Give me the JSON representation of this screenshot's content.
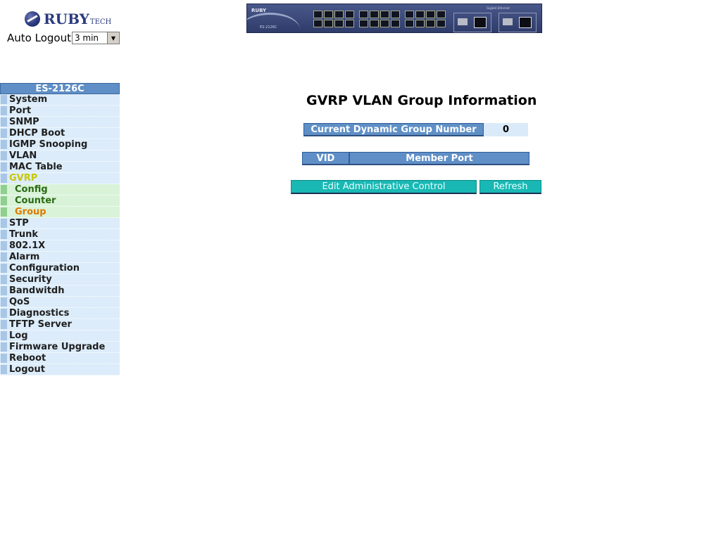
{
  "logo": {
    "brand": "RUBY",
    "suffix": "TECH"
  },
  "auto_logout": {
    "label": "Auto Logout",
    "selected": "3 min"
  },
  "switch_panel": {
    "brand": "RUBY",
    "model": "ES-2126C",
    "gig_label": "Gigabit Ethernet"
  },
  "sidebar": {
    "title": "ES-2126C",
    "items": [
      {
        "label": "System"
      },
      {
        "label": "Port"
      },
      {
        "label": "SNMP"
      },
      {
        "label": "DHCP Boot"
      },
      {
        "label": "IGMP Snooping"
      },
      {
        "label": "VLAN"
      },
      {
        "label": "MAC Table"
      },
      {
        "label": "GVRP"
      },
      {
        "label": "Config"
      },
      {
        "label": "Counter"
      },
      {
        "label": "Group"
      },
      {
        "label": "STP"
      },
      {
        "label": "Trunk"
      },
      {
        "label": "802.1X"
      },
      {
        "label": "Alarm"
      },
      {
        "label": "Configuration"
      },
      {
        "label": "Security"
      },
      {
        "label": "Bandwitdh"
      },
      {
        "label": "QoS"
      },
      {
        "label": "Diagnostics"
      },
      {
        "label": "TFTP Server"
      },
      {
        "label": "Log"
      },
      {
        "label": "Firmware Upgrade"
      },
      {
        "label": "Reboot"
      },
      {
        "label": "Logout"
      }
    ]
  },
  "main": {
    "title": "GVRP VLAN Group Information",
    "count_label": "Current Dynamic Group Number",
    "count_value": "0",
    "columns": {
      "vid": "VID",
      "member": "Member Port"
    },
    "buttons": {
      "edit": "Edit Administrative Control",
      "refresh": "Refresh"
    }
  },
  "colors": {
    "header_blue": "#5f8fc6",
    "button_teal": "#19b8b4",
    "menu_bg": "#dcecfa",
    "submenu_bg": "#d9f3d9",
    "active_yellow": "#c8c800",
    "current_orange": "#e07a00"
  }
}
